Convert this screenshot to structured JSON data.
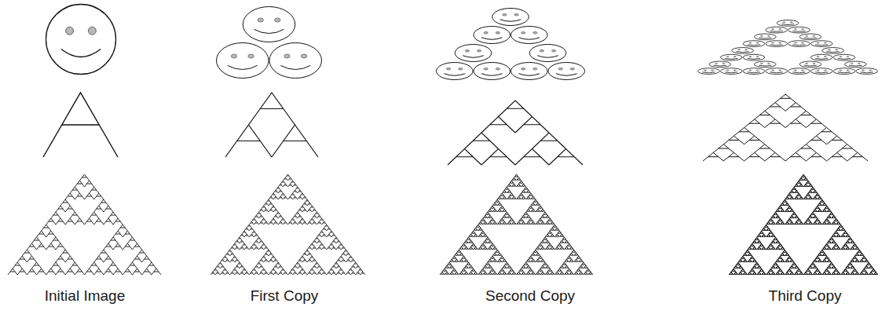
{
  "diagram": {
    "labels": [
      "Initial Image",
      "First Copy",
      "Second Copy",
      "Third Copy"
    ]
  }
}
